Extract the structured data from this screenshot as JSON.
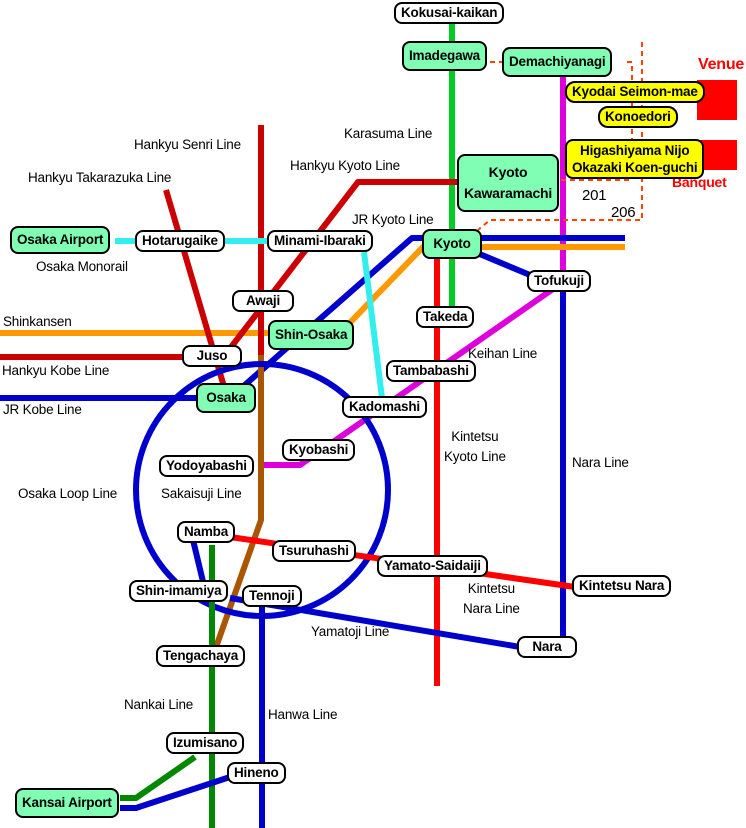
{
  "colors": {
    "jr": "#0000cc",
    "hankyu": "#cc0000",
    "kintetsu": "#ff0000",
    "shinkansen": "#ff9900",
    "monorail": "#33eeee",
    "karasuma": "#00cc22",
    "keihan": "#dd00dd",
    "sakaisuji": "#aa5500",
    "nankai": "#008800",
    "bus": "#ff4400",
    "major_station": "#80ffb4",
    "destination_station": "#ffff00",
    "marker": "#ff0000"
  },
  "stations": {
    "kokusai_kaikan": "Kokusai-kaikan",
    "imadegawa": "Imadegawa",
    "demachiyanagi": "Demachiyanagi",
    "kyodai_seimon_mae": "Kyodai Seimon-mae",
    "konoedori": "Konoedori",
    "higashiyama_nijo_1": "Higashiyama Nijo",
    "higashiyama_nijo_2": "Okazaki Koen-guchi",
    "kyoto_kawaramachi_1": "Kyoto",
    "kyoto_kawaramachi_2": "Kawaramachi",
    "osaka_airport": "Osaka Airport",
    "hotarugaike": "Hotarugaike",
    "minami_ibaraki": "Minami-Ibaraki",
    "kyoto": "Kyoto",
    "awaji": "Awaji",
    "tofukuji": "Tofukuji",
    "shin_osaka": "Shin-Osaka",
    "takeda": "Takeda",
    "juso": "Juso",
    "tambabashi": "Tambabashi",
    "osaka": "Osaka",
    "kadomashi": "Kadomashi",
    "kyobashi": "Kyobashi",
    "yodoyabashi": "Yodoyabashi",
    "namba": "Namba",
    "tsuruhashi": "Tsuruhashi",
    "yamato_saidaiji": "Yamato-Saidaiji",
    "kintetsu_nara": "Kintetsu Nara",
    "shin_imamiya": "Shin-imamiya",
    "tennoji": "Tennoji",
    "nara": "Nara",
    "tengachaya": "Tengachaya",
    "izumisano": "Izumisano",
    "hineno": "Hineno",
    "kansai_airport": "Kansai Airport"
  },
  "line_labels": {
    "karasuma": "Karasuma Line",
    "hankyu_senri": "Hankyu Senri Line",
    "hankyu_kyoto": "Hankyu Kyoto Line",
    "hankyu_takarazuka": "Hankyu Takarazuka Line",
    "jr_kyoto": "JR Kyoto Line",
    "osaka_monorail": "Osaka Monorail",
    "shinkansen": "Shinkansen",
    "keihan": "Keihan Line",
    "hankyu_kobe": "Hankyu Kobe Line",
    "jr_kobe": "JR Kobe Line",
    "kintetsu_kyoto_1": "Kintetsu",
    "kintetsu_kyoto_2": "Kyoto Line",
    "nara_line": "Nara Line",
    "osaka_loop": "Osaka Loop Line",
    "sakaisuji": "Sakaisuji Line",
    "kintetsu_nara_1": "Kintetsu",
    "kintetsu_nara_2": "Nara Line",
    "yamatoji": "Yamatoji Line",
    "nankai": "Nankai Line",
    "hanwa": "Hanwa Line"
  },
  "annotations": {
    "venue": "Venue",
    "banquet": "Banquet",
    "bus_201": "201",
    "bus_206": "206"
  }
}
